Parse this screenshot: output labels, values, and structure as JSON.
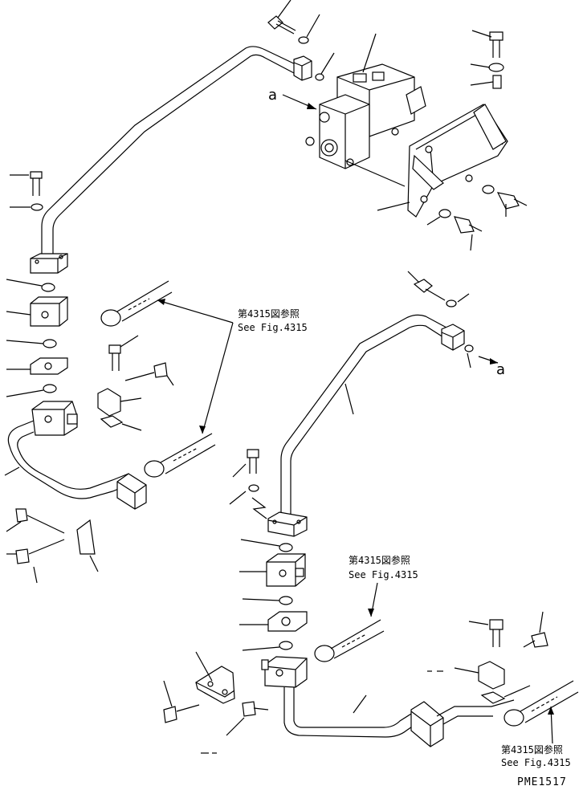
{
  "callouts": {
    "marker": "a",
    "ref_label_jp": "第4315図参照",
    "ref_label_en": "See Fig.4315"
  },
  "drawing_code": "PME1517"
}
